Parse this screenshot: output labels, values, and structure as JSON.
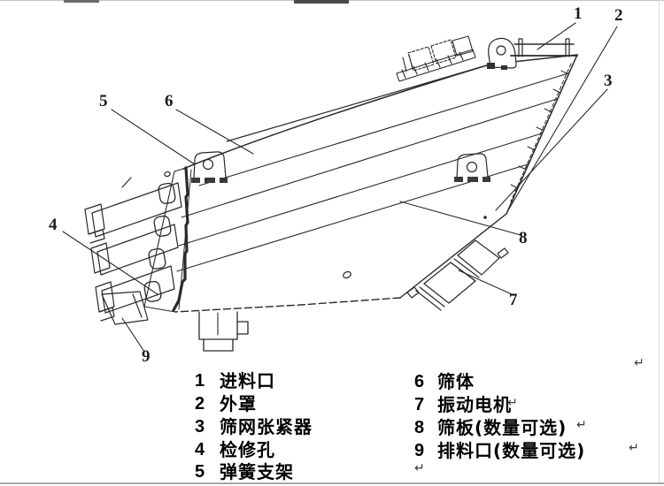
{
  "figure": {
    "kind": "engineering line drawing of a vibrating screen machine",
    "background": "#ffffff",
    "line_color": "#2a2a2a"
  },
  "callouts": [
    {
      "number": "1"
    },
    {
      "number": "2"
    },
    {
      "number": "3"
    },
    {
      "number": "4"
    },
    {
      "number": "5"
    },
    {
      "number": "6"
    },
    {
      "number": "7"
    },
    {
      "number": "8"
    },
    {
      "number": "9"
    }
  ],
  "legend": {
    "left": [
      {
        "num": "1",
        "label": "进料口"
      },
      {
        "num": "2",
        "label": "外罩"
      },
      {
        "num": "3",
        "label": "筛网张紧器"
      },
      {
        "num": "4",
        "label": "检修孔"
      },
      {
        "num": "5",
        "label": "弹簧支架"
      }
    ],
    "right": [
      {
        "num": "6",
        "label": "筛体"
      },
      {
        "num": "7",
        "label": "振动电机"
      },
      {
        "num": "8",
        "label": "筛板(数量可选)"
      },
      {
        "num": "9",
        "label": "排料口(数量可选)"
      }
    ]
  },
  "marks": {
    "paragraph_char": "↵"
  }
}
